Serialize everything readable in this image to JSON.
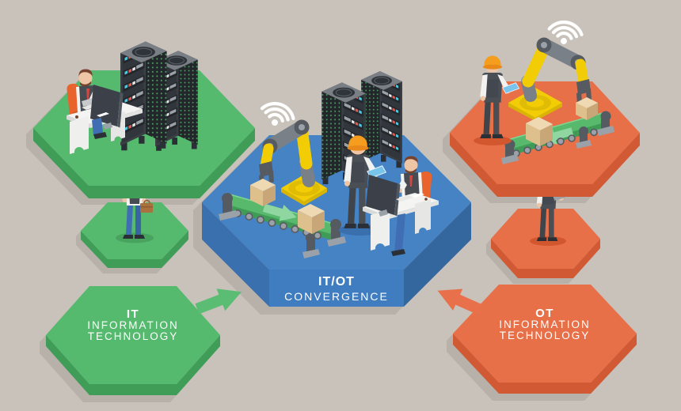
{
  "labels": {
    "it": {
      "title": "IT",
      "line1": "INFORMATION",
      "line2": "TECHNOLOGY"
    },
    "ot": {
      "title": "OT",
      "line1": "INFORMATION",
      "line2": "TECHNOLOGY"
    },
    "convergence": {
      "title": "IT/OT",
      "subtitle": "CONVERGENCE"
    }
  },
  "icons": {
    "wifi": "wifi-icon",
    "it_arrow": "arrow-up-right-icon",
    "ot_arrow": "arrow-up-left-icon"
  },
  "palette": {
    "bg": "#c8c2bb",
    "shadow": "#b7b1aa",
    "white": "#ffffff",
    "green_top": "#55b96e",
    "green_side": "#3f9d58",
    "green_dark": "#47a35e",
    "blue_top": "#4583c5",
    "blue_side_left": "#3a70ad",
    "blue_front": "#3f7cc0",
    "blue_side_right": "#34679e",
    "blue_dark": "#3a6fae",
    "orange_top": "#e87049",
    "orange_side": "#d15a35",
    "orange_dark": "#d2572f",
    "yellow": "#f2cd05",
    "yellow_dark": "#d8b405",
    "yellow_mid": "#e0bd04",
    "belt_green": "#58b96d",
    "belt_green_dark": "#3f9b55",
    "belt_edge": "#7ed694",
    "belt_arrow": "#8fd6a1",
    "arrow_green": "#5abd73",
    "arrow_orange": "#e8704a",
    "box_top": "#eed9b2",
    "box_front": "#dec08d",
    "box_side": "#c8a678",
    "metal_dark": "#565b61",
    "metal_mid": "#7a8087",
    "metal_light": "#9aa1a8",
    "rack_front": "#3a3f45",
    "rack_panel": "#31363c",
    "rack_side": "#23272b",
    "rack_top": "#7a7f85",
    "rack_vent": "#2f343a",
    "led_green": "#4fbf6b",
    "led_cyan": "#4fc8df",
    "led_red": "#e05a52",
    "skin": "#eec5a5",
    "hair": "#77432e",
    "shirt": "#f2f2f0",
    "vest": "#474c53",
    "overall": "#4a4f56",
    "overall_bib": "#434850",
    "jeans": "#3f6fb2",
    "shoe": "#2b3036",
    "tie": "#d64541",
    "chair": "#e8642c",
    "chair_seat": "#d4541f",
    "hat": "#f49d1e",
    "hat_brim": "#e8891a",
    "tablet": "#79c4ea",
    "briefcase": "#a8713d",
    "desk_top": "#f4f4f2",
    "desk_edge": "#d9d9d7",
    "desk_edge2": "#e3e3e1",
    "monitor": "#3b4049",
    "coffee": "#6e4632"
  }
}
